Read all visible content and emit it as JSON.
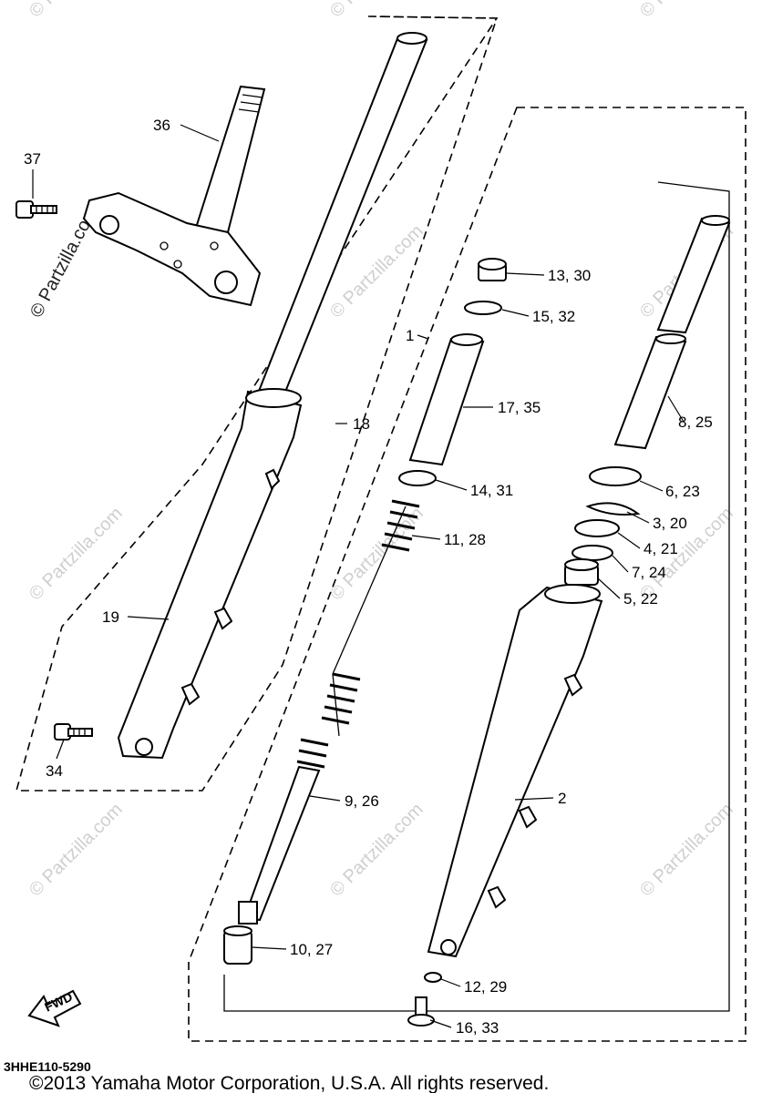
{
  "diagram": {
    "part_labels": {
      "p1": "1",
      "p2": "2",
      "p3_20": "3, 20",
      "p4_21": "4, 21",
      "p5_22": "5, 22",
      "p6_23": "6, 23",
      "p7_24": "7, 24",
      "p8_25": "8, 25",
      "p9_26": "9, 26",
      "p10_27": "10, 27",
      "p11_28": "11, 28",
      "p12_29": "12, 29",
      "p13_30": "13, 30",
      "p14_31": "14, 31",
      "p15_32": "15, 32",
      "p16_33": "16, 33",
      "p17_35": "17, 35",
      "p18": "18",
      "p19": "19",
      "p34": "34",
      "p36": "36",
      "p37": "37"
    },
    "fwd_label": "FWD",
    "diagram_code": "3HHE110-5290",
    "copyright": "©2013 Yamaha Motor Corporation, U.S.A. All rights reserved.",
    "watermark": "© Partzilla.com"
  }
}
